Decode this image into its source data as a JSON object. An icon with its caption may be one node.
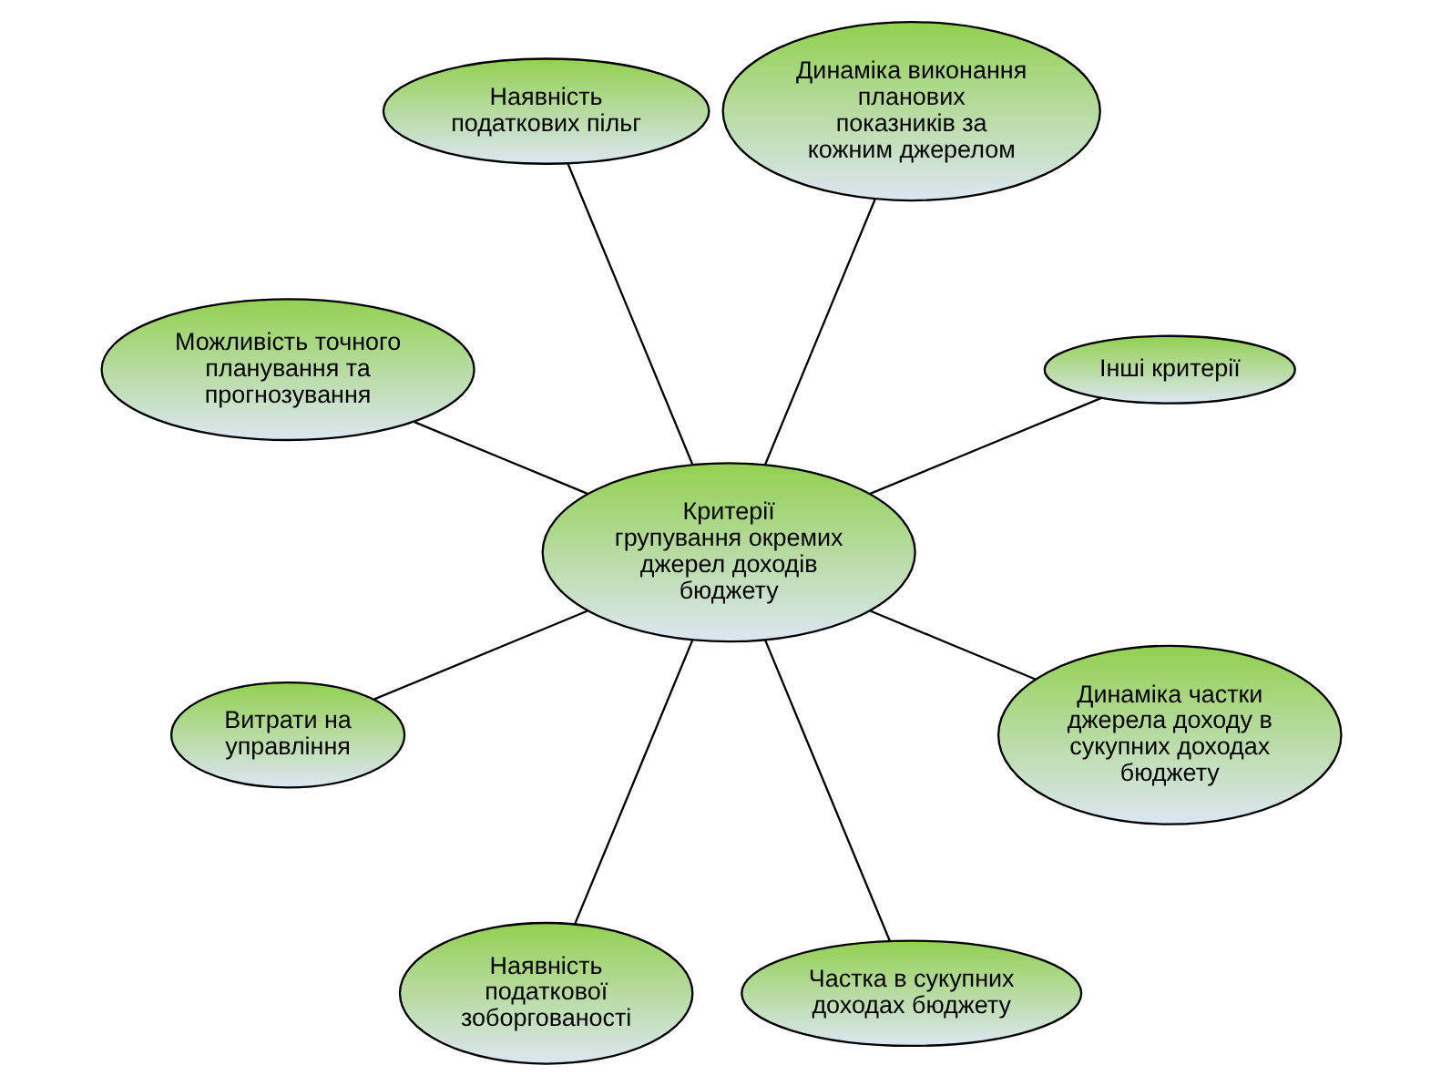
{
  "diagram": {
    "nodes": [
      {
        "text": [
          "Інші критерії"
        ]
      },
      {
        "text": [
          "Динаміка виконання планових показників за кожним джерелом"
        ]
      },
      {
        "text": [
          "Наявність податкових пільг"
        ]
      },
      {
        "text": [
          "Можливість точного планування та прогнозування"
        ]
      },
      {
        "text": [
          "Критерії групування окремих джерел доходів бюджету"
        ]
      },
      {
        "text": [
          "Витрати на управління"
        ]
      },
      {
        "text": [
          "Наявність податкової зоборгованості"
        ]
      },
      {
        "text": [
          "Частка в сукупних доходах бюджету"
        ]
      },
      {
        "text": [
          "Динаміка частки джерела доходу в сукупних доходах бюджету"
        ]
      }
    ],
    "edges": [
      {
        "from": 4,
        "to": 0,
        "arrow": "none"
      },
      {
        "from": 4,
        "to": 2,
        "arrow": "none"
      },
      {
        "from": 4,
        "to": 5,
        "arrow": "none"
      },
      {
        "from": 4,
        "to": 7,
        "arrow": "none"
      },
      {
        "from": 4,
        "to": 8,
        "arrow": "none"
      },
      {
        "from": 4,
        "to": 6,
        "arrow": "none"
      },
      {
        "from": 4,
        "to": 3,
        "arrow": "none"
      },
      {
        "from": 4,
        "to": 1,
        "arrow": "none"
      }
    ]
  }
}
